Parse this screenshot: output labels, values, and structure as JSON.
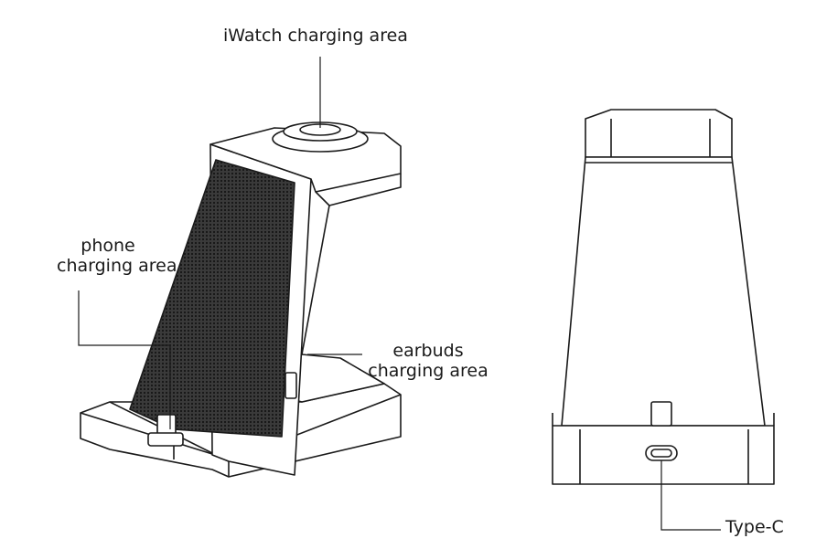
{
  "labels": {
    "iwatch": "iWatch charging area",
    "phone_line1": "phone",
    "phone_line2": "charging area",
    "earbuds_line1": "earbuds",
    "earbuds_line2": "charging area",
    "typec": "Type-C"
  },
  "colors": {
    "line": "#1a1a1a",
    "mesh": "#2b2b2b",
    "surface": "#ffffff"
  }
}
